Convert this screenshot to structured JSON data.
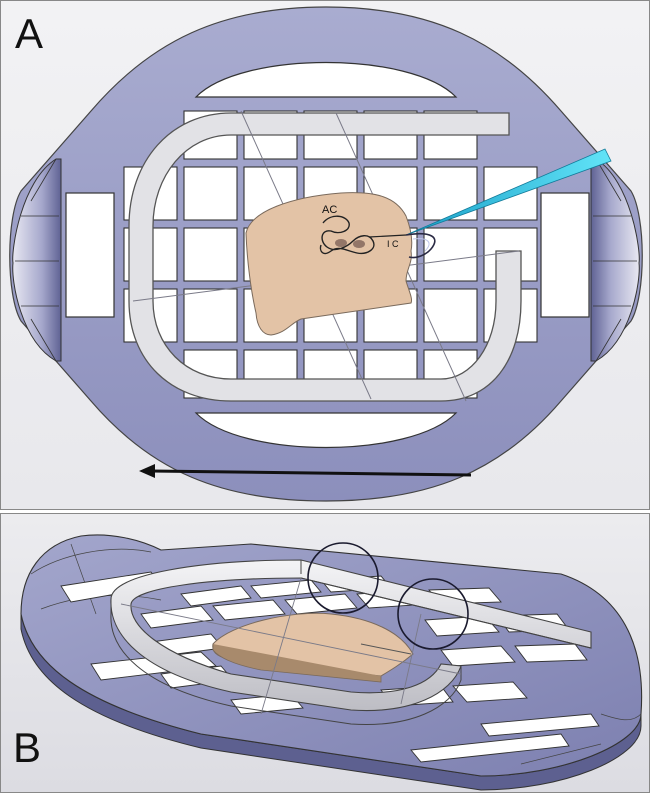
{
  "panels": [
    {
      "id": "A",
      "letter": "A"
    },
    {
      "id": "B",
      "letter": "B"
    }
  ],
  "labels": {
    "anterior_commissure": "AC",
    "internal_capsule": "I C"
  },
  "colors": {
    "plate": "#9598c2",
    "plate_dark": "#6d70a0",
    "ring": "#d9d9dd",
    "tissue": "#e3c3a6",
    "probe": "#2cc7e6"
  },
  "icons": [
    "arrow-left-icon",
    "highlight-circle-icon"
  ]
}
